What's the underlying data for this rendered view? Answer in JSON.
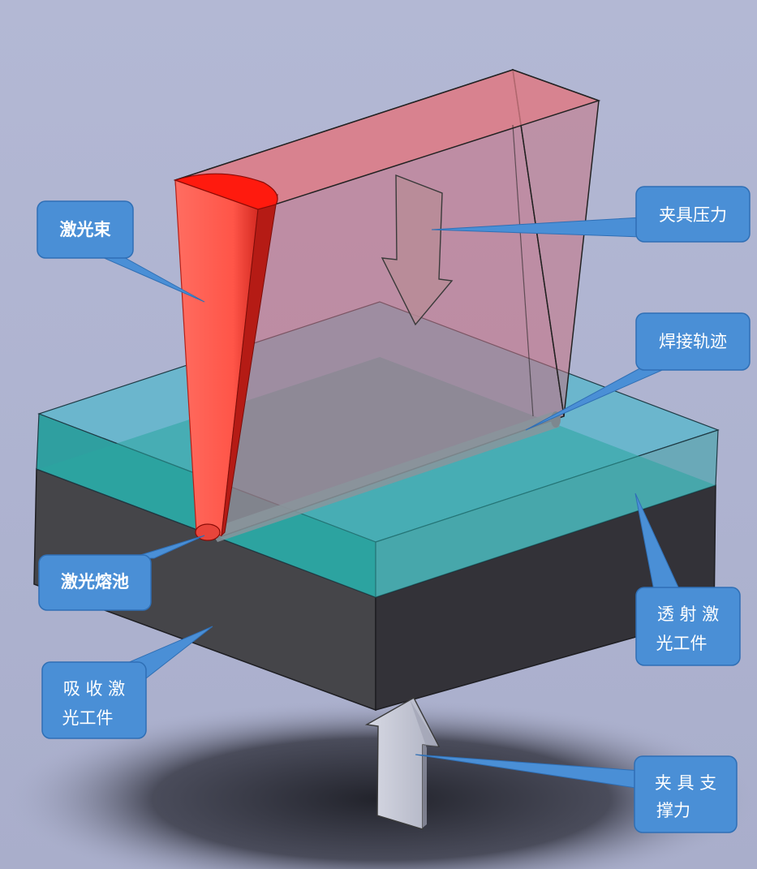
{
  "labels": {
    "laser_beam": "激光束",
    "clamp_pressure": "夹具压力",
    "weld_track": "焊接轨迹",
    "melt_pool": "激光熔池",
    "transmissive_line1": "透 射 激",
    "transmissive_line2": "光工件",
    "absorptive_line1": "吸 收 激",
    "absorptive_line2": "光工件",
    "support_line1": "夹 具 支",
    "support_line2": "撑力"
  },
  "colors": {
    "callout_fill": "#4a8fd6",
    "callout_stroke": "#2f6fb5",
    "laser_red": "#ff5a4e",
    "clamp_pink": "#d56f80",
    "teal_layer": "#3aa6a8",
    "dark_layer": "#3b3b3f",
    "arrow_gray": "#c9ccd8"
  }
}
